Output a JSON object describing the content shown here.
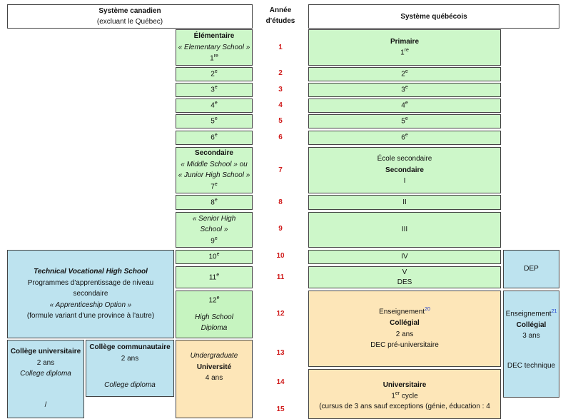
{
  "headers": {
    "canadian_title": "Système canadien",
    "canadian_subtitle": "(excluant le Québec)",
    "year_line1": "Année",
    "year_line2": "d'études",
    "quebec_title": "Système québécois"
  },
  "years": [
    "1",
    "2",
    "3",
    "4",
    "5",
    "6",
    "7",
    "8",
    "9",
    "10",
    "11",
    "12",
    "13",
    "14",
    "15"
  ],
  "canada": {
    "elementary_title": "Élémentaire",
    "elementary_en": "« Elementary School »",
    "grade1": "1",
    "grade1_sup": "re",
    "grade_sup": "e",
    "grades": [
      "2",
      "3",
      "4",
      "5",
      "6"
    ],
    "secondary_title": "Secondaire",
    "middle_school": "« Middle School » ou",
    "junior_high": "« Junior High School »",
    "grade7": "7",
    "grade8": "8",
    "senior_high_1": "« Senior High",
    "senior_high_2": "School »",
    "grade9": "9",
    "grade10": "10",
    "grade11": "11",
    "grade12": "12",
    "high_school_1": "High School",
    "high_school_2": "Diploma",
    "undergrad": "Undergraduate",
    "universite": "Université",
    "four_years": "4 ans"
  },
  "technical": {
    "title": "Technical Vocational High School",
    "line1": "Programmes d'apprentissage de niveau",
    "line2": "secondaire",
    "line3": "« Apprenticeship Option »",
    "line4": "(formule variant d'une province à l'autre)"
  },
  "college_universitaire": {
    "title": "Collège universitaire",
    "duration": "2 ans",
    "diploma": "College diploma",
    "slash": "/"
  },
  "college_communautaire": {
    "title": "Collège communautaire",
    "duration": "2 ans",
    "diploma": "College diploma"
  },
  "quebec": {
    "primaire_title": "Primaire",
    "grade1": "1",
    "grade1_sup": "re",
    "grade_sup": "e",
    "grades": [
      "2",
      "3",
      "4",
      "5",
      "6"
    ],
    "ecole_secondaire": "École secondaire",
    "secondaire_title": "Secondaire",
    "sec_levels": [
      "I",
      "II",
      "III",
      "IV",
      "V"
    ],
    "des": "DES",
    "dep": "DEP",
    "enseignement": "Enseignement",
    "note20": "20",
    "collegial": "Collégial",
    "two_years": "2 ans",
    "dec_pre": "DEC pré-universitaire",
    "enseignement2": "Enseignement",
    "note21": "21",
    "collegial2": "Collégial",
    "three_years": "3 ans",
    "dec_tech": "DEC technique",
    "universitaire": "Universitaire",
    "cycle_num": "1",
    "cycle_sup": "er",
    "cycle_word": "cycle",
    "cursus": "(cursus de 3 ans sauf exceptions (génie, éducation : 4"
  }
}
